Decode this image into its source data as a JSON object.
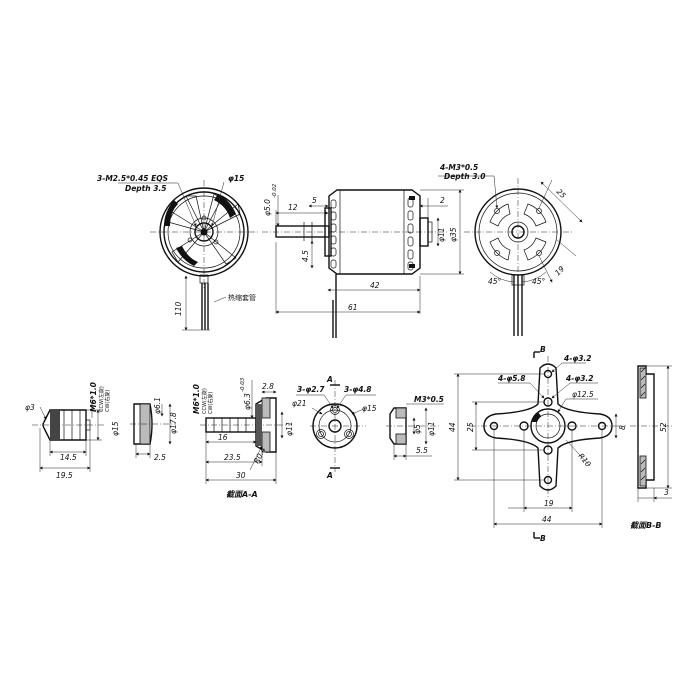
{
  "front_view": {
    "thread": "3-M2.5*0.45 EQS",
    "depth": "Depth 3.5",
    "diameter": "φ15",
    "cable_length": "110",
    "sleeve_note": "热缩套管"
  },
  "side_view": {
    "shaft_dia": "φ5.0",
    "shaft_tol": "-0.02",
    "dim_12": "12",
    "dim_5": "5",
    "dim_45": "4.5",
    "dim_42": "42",
    "dim_61": "61",
    "dim_2": "2",
    "dim_11": "φ11",
    "dim_35": "φ35"
  },
  "rear_view": {
    "thread": "4-M3*0.5",
    "depth": "Depth 3.0",
    "dim_25": "25",
    "dim_19": "19",
    "angle_a": "45°",
    "angle_b": "45°"
  },
  "prop_adapter": {
    "dim_3": "φ3",
    "thread": "M6*1.0",
    "thread_note": "CCW(左旋)",
    "thread_note2": "CW(右旋)",
    "dim_15": "φ15",
    "dim_145": "14.5",
    "dim_195": "19.5",
    "dim_61": "φ6.1",
    "dim_178": "φ17.8",
    "dim_25": "2.5"
  },
  "shaft_adapter": {
    "thread": "M6*1.0",
    "thread_note": "CCW(左旋)",
    "thread_note2": "CW(右旋)",
    "dim_63": "φ6.3",
    "dim_63_tol": "-0.03",
    "dim_28": "2.8",
    "dim_11": "φ11",
    "dim_16": "16",
    "dim_235": "23.5",
    "dim_30": "30",
    "radius": "R0.4",
    "section": "截面A-A"
  },
  "collet_face": {
    "holes_a": "3-φ2.7",
    "holes_b": "3-φ4.8",
    "dim_21": "φ21",
    "dim_15": "φ15",
    "label_a_top": "A",
    "label_a_bottom": "A"
  },
  "nut": {
    "thread": "M3*0.5",
    "dim_5": "φ5",
    "dim_11": "φ11",
    "dim_55": "5.5"
  },
  "x_mount": {
    "holes_a": "4-φ3.2",
    "holes_b": "4-φ5.8",
    "holes_c": "4-φ3.2",
    "dim_125": "φ12.5",
    "dim_44v": "44",
    "dim_25v": "25",
    "dim_8": "8",
    "radius": "R10",
    "dim_19": "19",
    "dim_25h": "25",
    "dim_44h": "44",
    "label_b_top": "B",
    "label_b_bottom": "B"
  },
  "mount_section": {
    "dim_52": "52",
    "dim_3": "3",
    "section": "截面B-B"
  }
}
